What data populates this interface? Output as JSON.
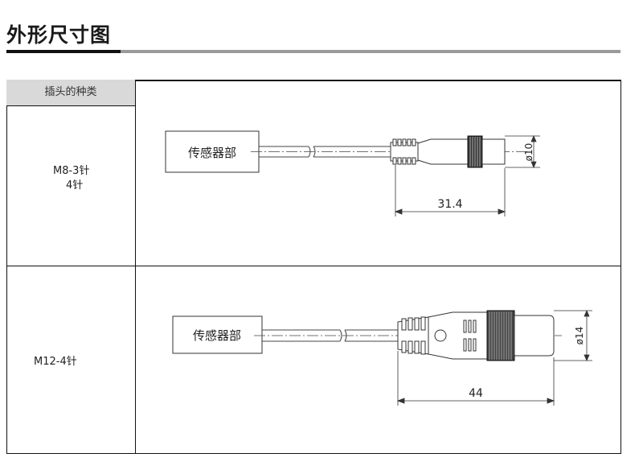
{
  "page": {
    "title": "外形尺寸图"
  },
  "table": {
    "header": "插头的种类",
    "rows": [
      {
        "label_line1": "M8-3针",
        "label_line2": "4针",
        "sensor_label": "传感器部",
        "length_dimension": "31.4",
        "diameter_dimension": "ø10"
      },
      {
        "label_line1": "M12-4针",
        "sensor_label": "传感器部",
        "length_dimension": "44",
        "diameter_dimension": "ø14"
      }
    ]
  }
}
